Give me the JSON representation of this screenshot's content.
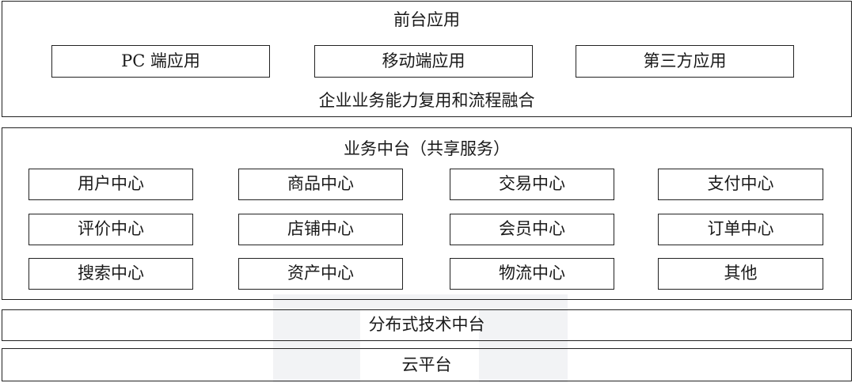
{
  "frontend_layer": {
    "title": "前台应用",
    "apps": [
      "PC 端应用",
      "移动端应用",
      "第三方应用"
    ],
    "subtitle": "企业业务能力复用和流程融合"
  },
  "middle_layer": {
    "title": "业务中台（共享服务）",
    "rows": [
      [
        "用户中心",
        "商品中心",
        "交易中心",
        "支付中心"
      ],
      [
        "评价中心",
        "店铺中心",
        "会员中心",
        "订单中心"
      ],
      [
        "搜索中心",
        "资产中心",
        "物流中心",
        "其他"
      ]
    ]
  },
  "tech_layer": {
    "title": "分布式技术中台"
  },
  "cloud_layer": {
    "title": "云平台"
  }
}
